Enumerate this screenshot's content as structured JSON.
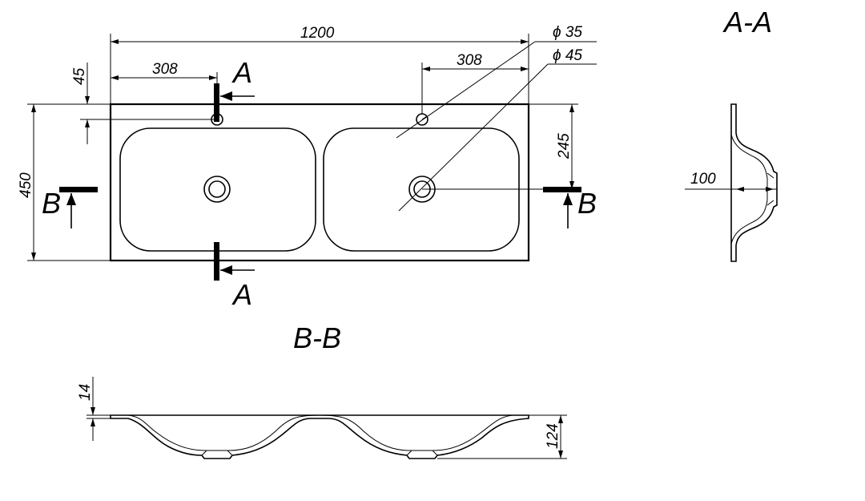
{
  "titles": {
    "section_aa": "A-A",
    "section_bb": "B-B"
  },
  "section_markers": {
    "a_top": "A",
    "a_bottom": "A",
    "b_left": "B",
    "b_right": "B"
  },
  "dimensions": {
    "overall_width": "1200",
    "left_hole_offset": "308",
    "right_hole_offset": "308",
    "hole_from_edge": "45",
    "total_depth": "450",
    "drain_from_edge": "245",
    "tap_hole_diameter": "ϕ 35",
    "drain_diameter": "ϕ 45",
    "bowl_depth_aa": "100",
    "rim_thickness": "14",
    "overall_height": "124"
  }
}
